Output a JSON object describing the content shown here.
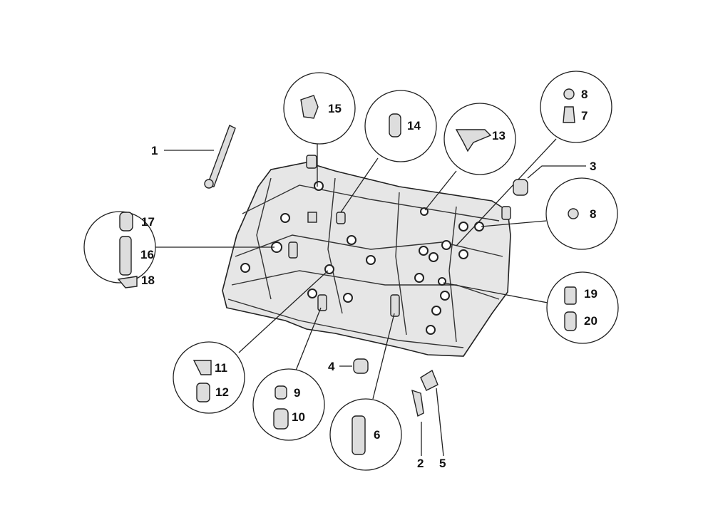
{
  "diagram": {
    "title_visible": false,
    "callouts": {
      "c1": "1",
      "c2": "2",
      "c3": "3",
      "c4": "4",
      "c5": "5",
      "c6": "6",
      "c7": "7",
      "c8a": "8",
      "c8b": "8",
      "c9": "9",
      "c10": "10",
      "c11": "11",
      "c12": "12",
      "c13": "13",
      "c14": "14",
      "c15": "15",
      "c16": "16",
      "c17": "17",
      "c18": "18",
      "c19": "19",
      "c20": "20"
    }
  }
}
